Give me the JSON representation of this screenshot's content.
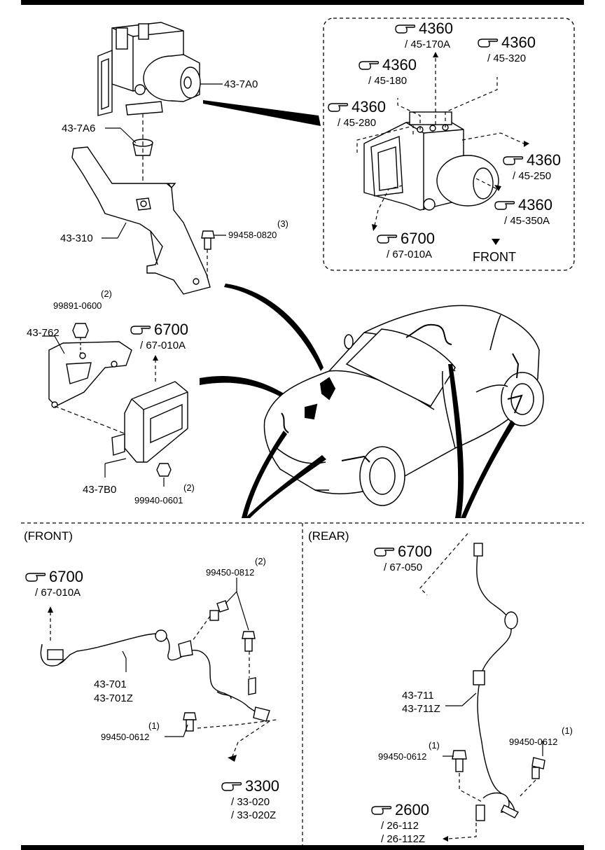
{
  "sections": {
    "front": "(FRONT)",
    "rear": "(REAR)"
  },
  "inset": {
    "front_label": "FRONT"
  },
  "part_labels": {
    "hydraulic_unit": "43-7A0",
    "bushing": "43-7A6",
    "bracket": "43-310",
    "bolt_a": "99458-0820",
    "bolt_a_qty": "(3)",
    "nut_a": "99891-0600",
    "nut_a_qty": "(2)",
    "ecu_bracket": "43-762",
    "ecu": "43-7B0",
    "nut_b": "99940-0601",
    "nut_b_qty": "(2)",
    "front_sensor_1": "43-701",
    "front_sensor_2": "43-701Z",
    "bolt_fb": "99450-0812",
    "bolt_fb_qty": "(2)",
    "bolt_fc": "99450-0612",
    "bolt_fc_qty": "(1)",
    "rear_sensor_1": "43-711",
    "rear_sensor_2": "43-711Z",
    "bolt_ra": "99450-0612",
    "bolt_ra_qty": "(1)",
    "bolt_rb": "99450-0612",
    "bolt_rb_qty": "(1)"
  },
  "references": {
    "r1": {
      "num": "4360",
      "sub": "/ 45-170A"
    },
    "r2": {
      "num": "4360",
      "sub": "/ 45-320"
    },
    "r3": {
      "num": "4360",
      "sub": "/ 45-180"
    },
    "r4": {
      "num": "4360",
      "sub": "/ 45-280"
    },
    "r5": {
      "num": "4360",
      "sub": "/ 45-250"
    },
    "r6": {
      "num": "4360",
      "sub": "/ 45-350A"
    },
    "r7": {
      "num": "6700",
      "sub": "/ 67-010A"
    },
    "r8": {
      "num": "6700",
      "sub": "/ 67-010A"
    },
    "r9": {
      "num": "6700",
      "sub": "/ 67-010A"
    },
    "r10": {
      "num": "3300",
      "sub": "/ 33-020",
      "sub2": "/ 33-020Z"
    },
    "r11": {
      "num": "6700",
      "sub": "/ 67-050"
    },
    "r12": {
      "num": "2600",
      "sub": "/ 26-112",
      "sub2": "/ 26-112Z"
    }
  },
  "icons": {
    "reference": "pointing-hand-icon",
    "direction": "down-arrow-icon"
  }
}
